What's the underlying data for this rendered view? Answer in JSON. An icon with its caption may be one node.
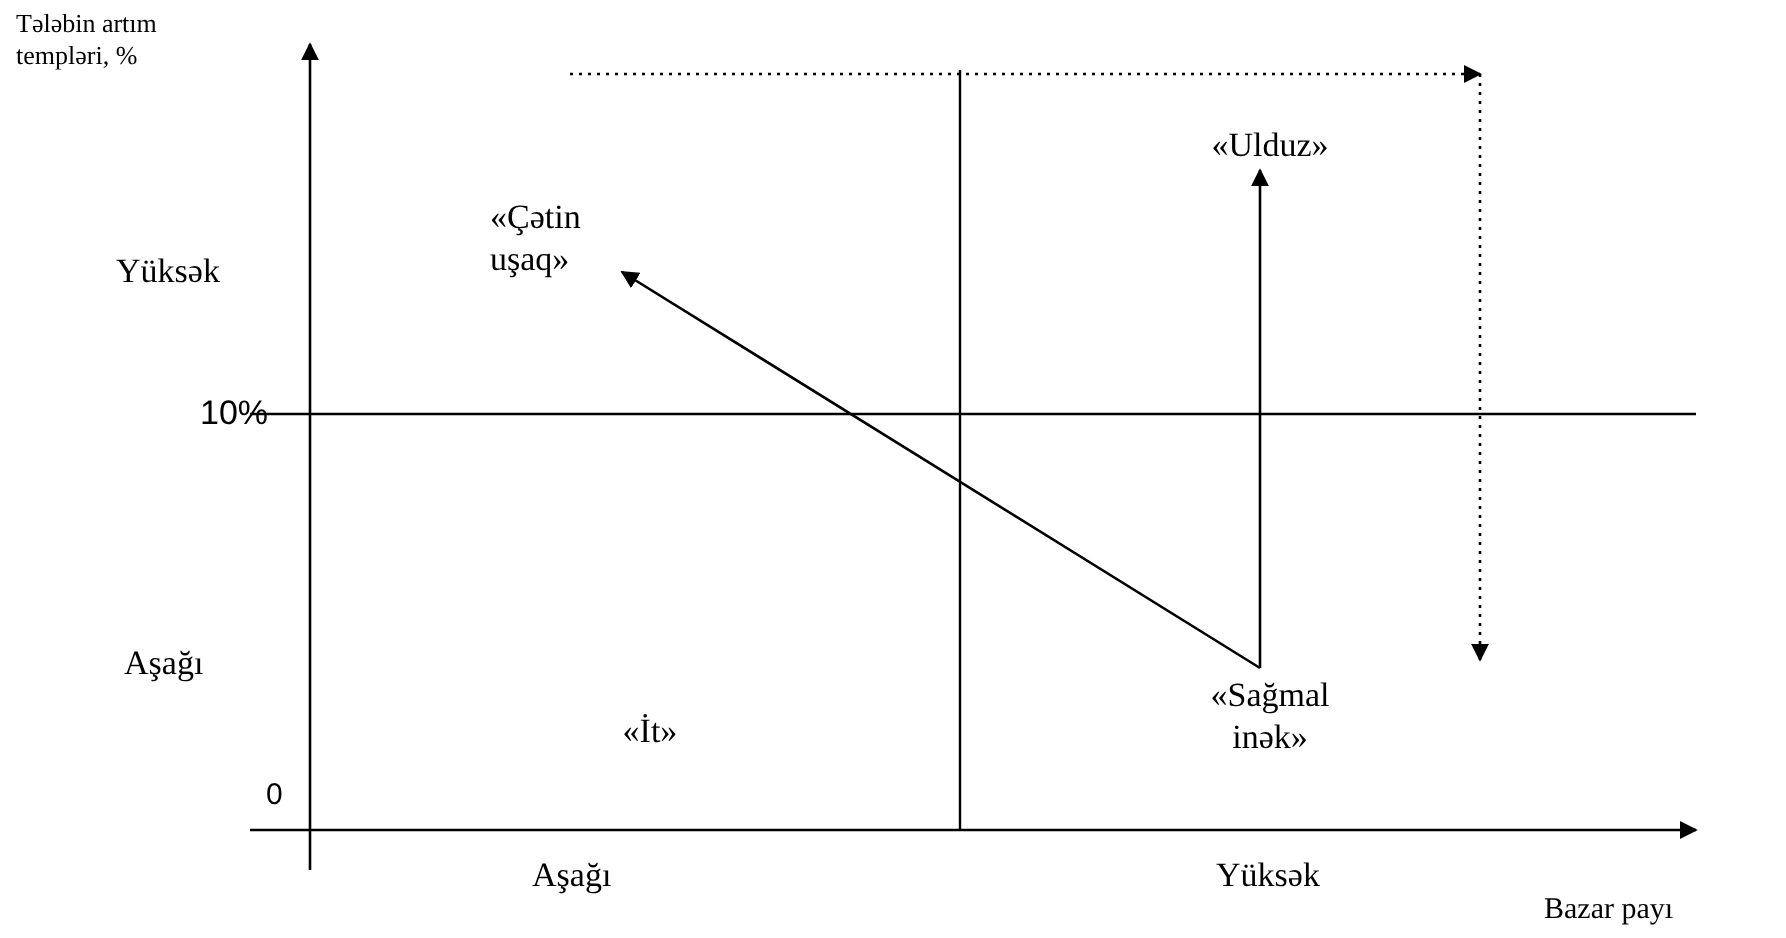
{
  "diagram": {
    "nodes": [
      {
        "text": [
          "«Çətin uşaq»"
        ]
      },
      {
        "text": [
          "«Ulduz»"
        ]
      },
      {
        "text": [
          "«İt»"
        ]
      },
      {
        "text": [
          "«Sağmal inək»"
        ]
      }
    ],
    "edges": [
      {
        "from": 3,
        "to": 0,
        "arrow": "to"
      },
      {
        "from": 3,
        "to": 1,
        "arrow": "to"
      }
    ],
    "labels": [
      "Tələbin artım templəri, %",
      "Yüksək",
      "10%",
      "Aşağı",
      "0",
      "Aşağı",
      "Yüksək",
      "Bazar payı"
    ]
  }
}
